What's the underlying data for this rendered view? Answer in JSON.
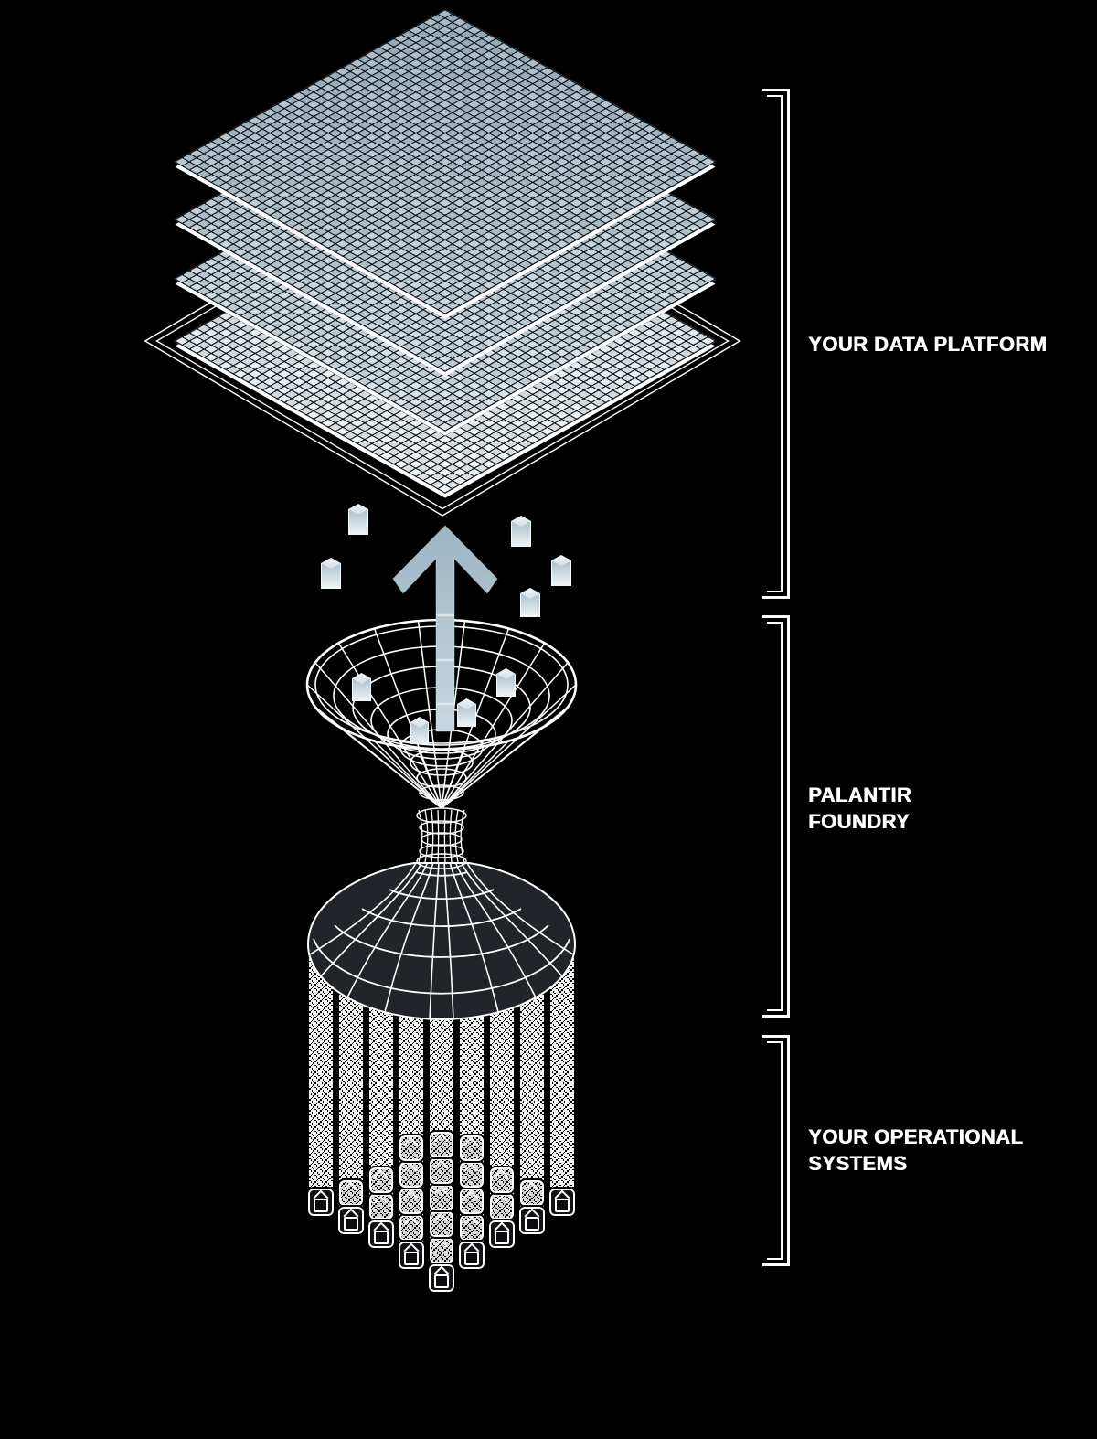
{
  "page": {
    "background": "#000000",
    "description": "Isometric diagram of data flowing from operational systems through Palantir Foundry up into a data platform"
  },
  "colors": {
    "accent_blue": "#a9bfcc",
    "mesh_dark": "#9cb2c0",
    "mesh_light": "#f1f5f7",
    "wireframe": "#ffffff",
    "bell_fill": "#212429",
    "text": "#ffffff",
    "background": "#000000"
  },
  "sections": [
    {
      "id": "your-data-platform",
      "label_lines": [
        "YOUR DATA PLATFORM"
      ]
    },
    {
      "id": "palantir-foundry",
      "label_lines": [
        "PALANTIR",
        "FOUNDRY"
      ]
    },
    {
      "id": "your-operational-systems",
      "label_lines": [
        "YOUR OPERATIONAL",
        "SYSTEMS"
      ]
    }
  ],
  "diagram": {
    "platform_layer_count": 4,
    "arrow_direction": "up",
    "column_count": 9,
    "floating_cube_count": 9,
    "terminal_cube_count": 9
  }
}
